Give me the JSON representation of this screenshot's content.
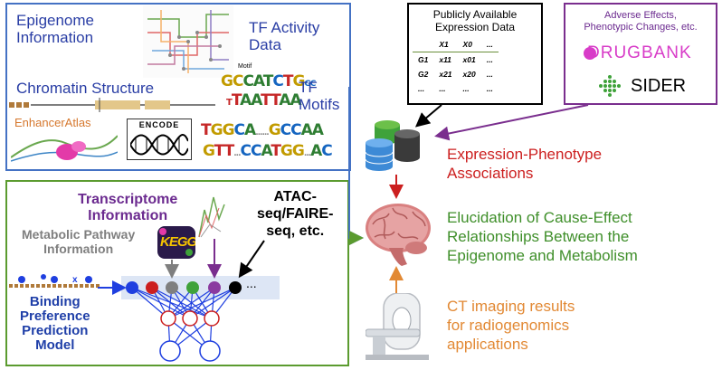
{
  "top_panel": {
    "epigenome_label": "Epigenome\nInformation",
    "tf_activity_label": "TF Activity\nData",
    "chromatin_label": "Chromatin Structure",
    "tf_motifs_label": "TF\nMotifs",
    "motif_caption": "Motif",
    "enhanceratlas_label": "EnhancerAtlas",
    "encode_label": "ENCODE",
    "motif_seq_1": "GCCATCTGGC",
    "motif_seq_2": "TTAATTAA",
    "motif_seq_3": "TGGCA......GCCAA",
    "motif_seq_4": "GTT...CCATGG...AC"
  },
  "bottom_panel": {
    "transcriptome_label": "Transcriptome\nInformation",
    "metabolic_label": "Metabolic Pathway\nInformation",
    "atac_label": "ATAC-\nseq/FAIRE-\nseq, etc.",
    "binding_label": "Binding\nPreference\nPrediction\nModel",
    "kegg_label": "KEGG",
    "ellipsis": "..."
  },
  "expression_box": {
    "title": "Publicly Available\nExpression Data",
    "header": [
      "",
      "X1",
      "X0",
      "..."
    ],
    "rows": [
      [
        "G1",
        "x11",
        "x01",
        "..."
      ],
      [
        "G2",
        "x21",
        "x20",
        "..."
      ],
      [
        "...",
        "...",
        "...",
        "..."
      ]
    ]
  },
  "phenotype_box": {
    "title": "Adverse Effects,\nPhenotypic Changes, etc.",
    "drugbank": "DRUGBANK",
    "sider": "SIDER"
  },
  "right_column": {
    "association_label": "Expression-Phenotype\nAssociations",
    "elucidation_label": "Elucidation of Cause-Effect\nRelationships Between the\nEpigenome and Metabolism",
    "ct_label": "CT imaging results\nfor radiogenomics\napplications"
  },
  "colors": {
    "blue": "#4472c4",
    "green": "#5b9b2f",
    "purple": "#7a2e8e",
    "red": "#cc1f1f",
    "orange": "#e28934",
    "node_colors": [
      "#1f3fe0",
      "#cc1f1f",
      "#7f7f7f",
      "#3fa23a",
      "#8a3aa0",
      "#000000"
    ]
  }
}
